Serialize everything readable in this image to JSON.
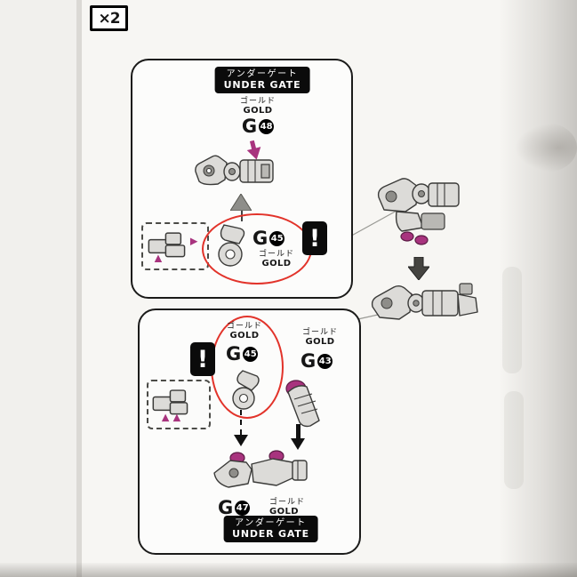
{
  "page": {
    "multiplier_label": "×2"
  },
  "labels": {
    "under_gate_jp": "アンダーゲート",
    "under_gate_en": "UNDER GATE",
    "gold_jp": "ゴールド",
    "gold_en": "GOLD",
    "part_letter": "G",
    "warning_mark": "!"
  },
  "parts": {
    "g48": "48",
    "g45": "45",
    "g43": "43",
    "g47": "47"
  },
  "colors": {
    "accent_magenta": "#a8337e",
    "highlight_red": "#e2332a",
    "label_background": "#0b0b0b",
    "part_fill": "#dcdbd8",
    "paper": "#f7f6f3"
  }
}
